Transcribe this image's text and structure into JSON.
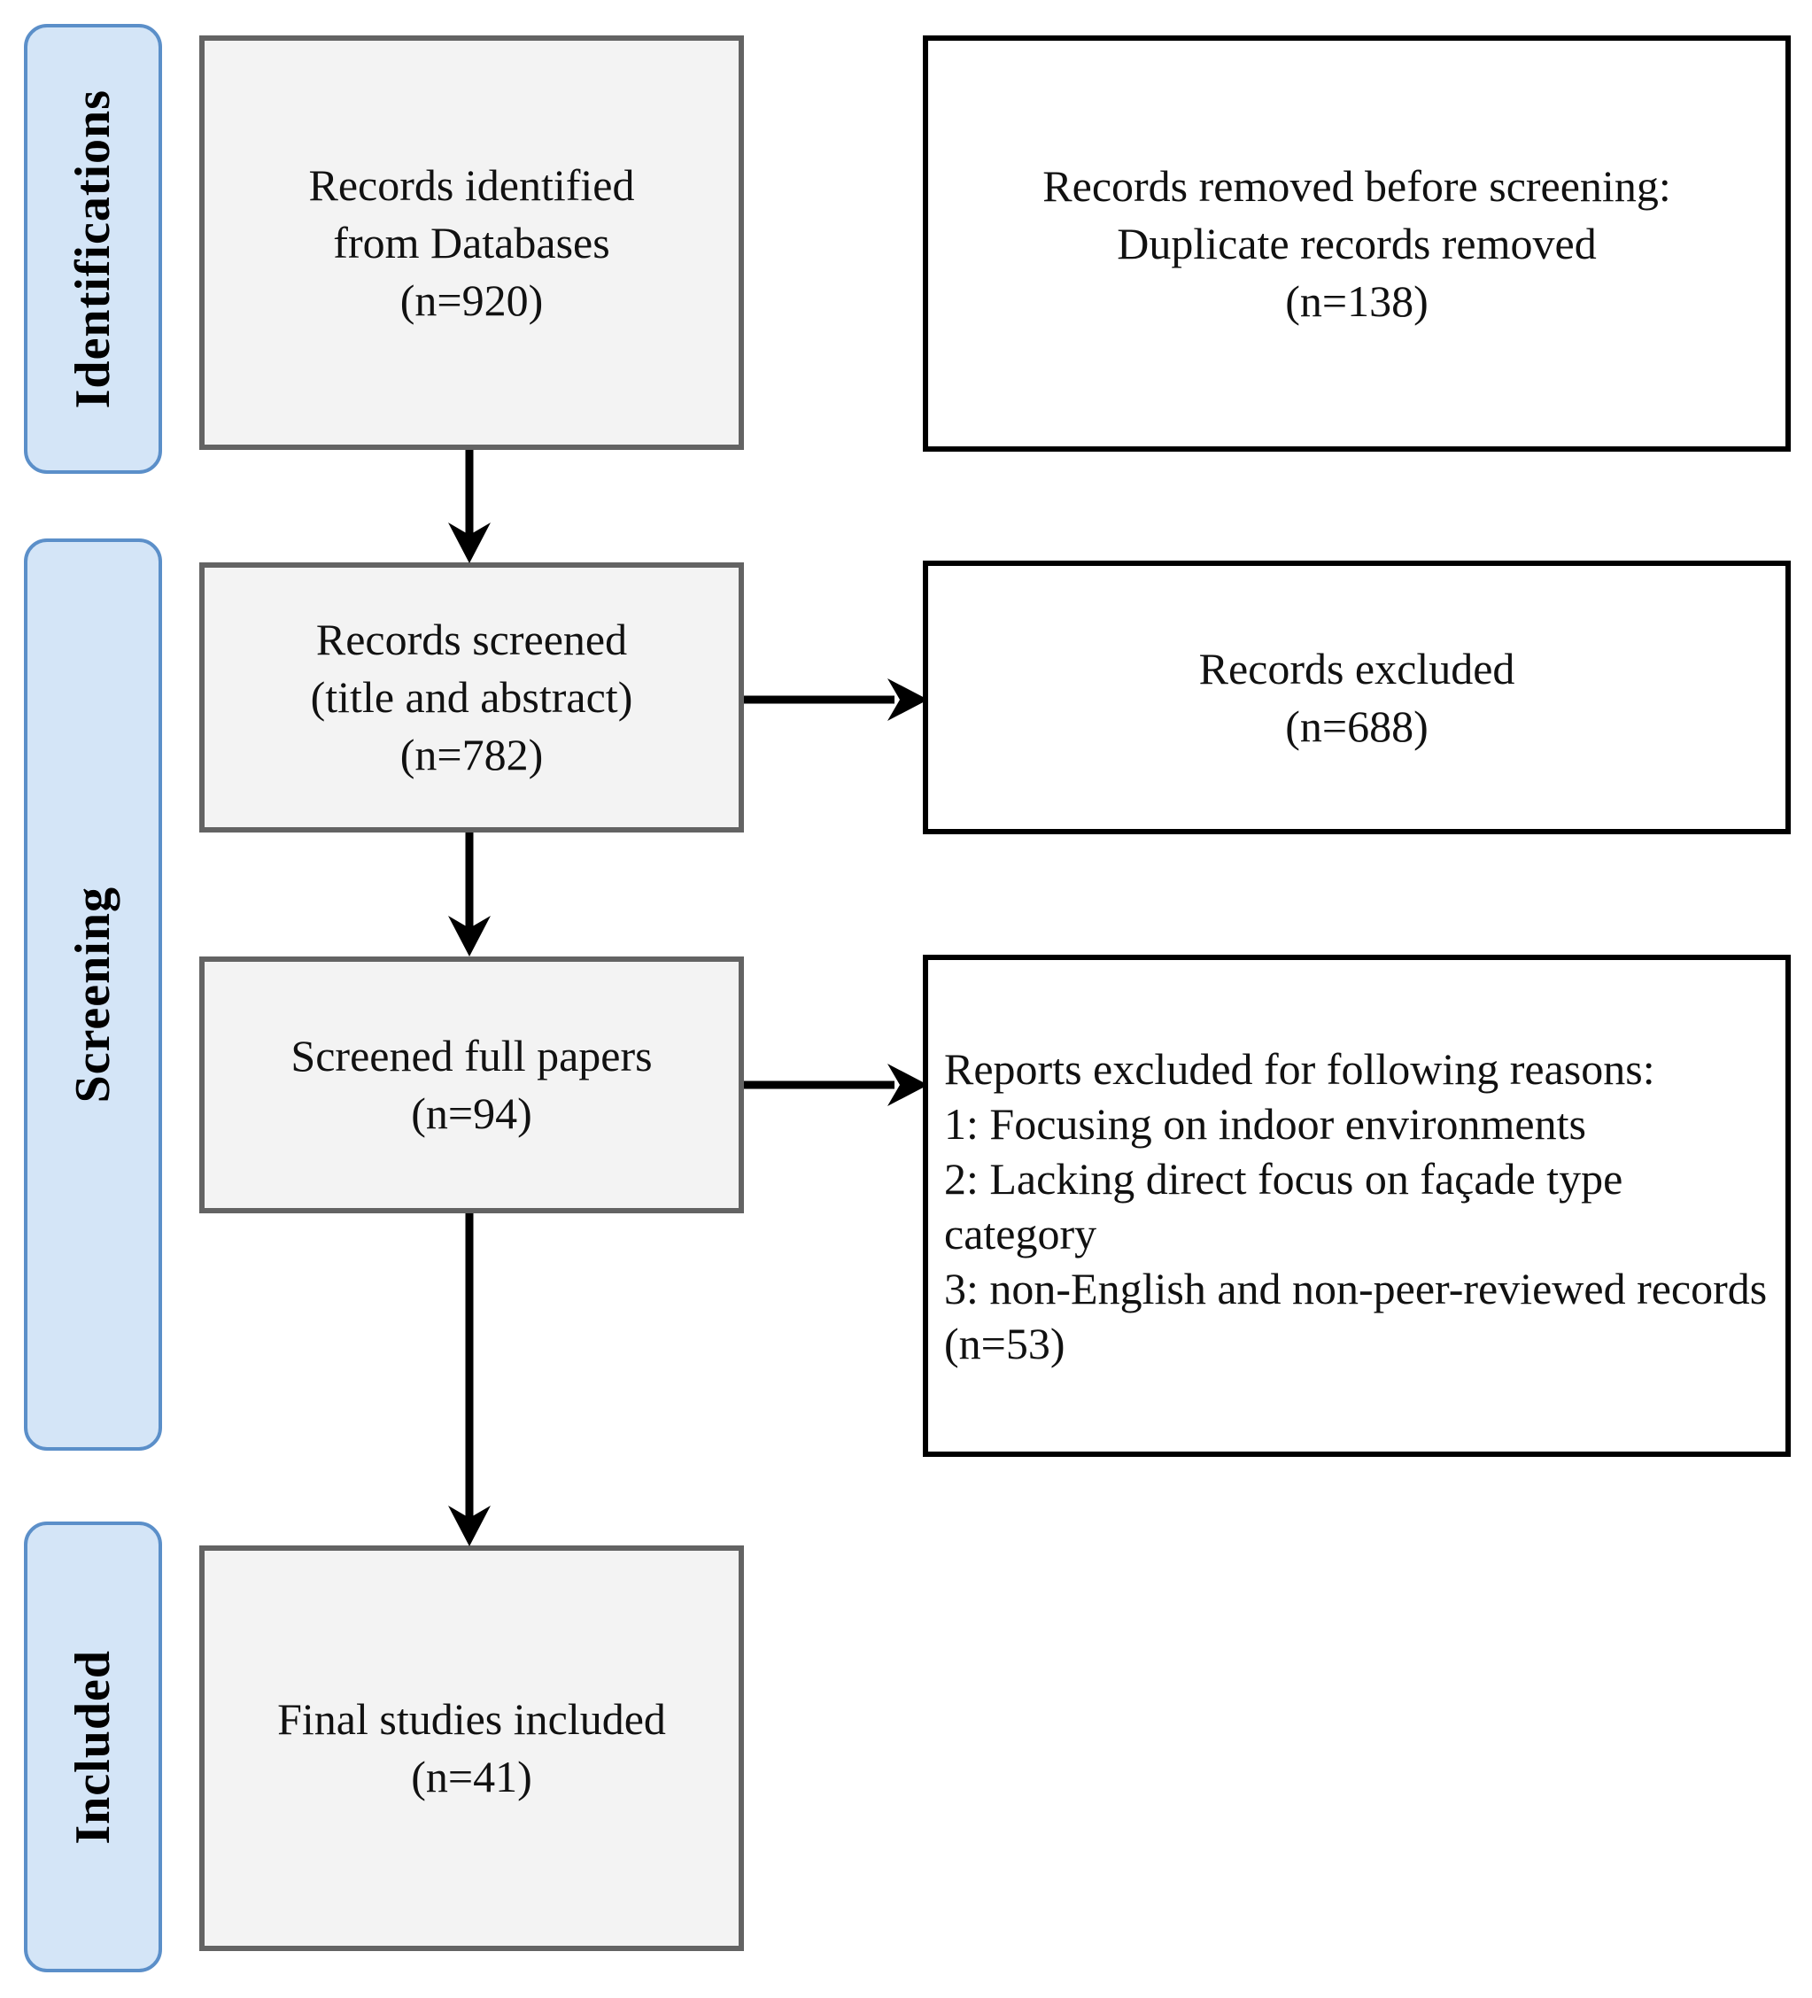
{
  "diagram": {
    "title": "PRISMA flow diagram",
    "colors": {
      "stage_fill": "#d4e5f7",
      "stage_border": "#5b8fc9",
      "box_fill": "#f3f3f3",
      "box_border": "#636363",
      "excluded_border": "#000000",
      "excluded_fill": "#ffffff",
      "arrow": "#000000"
    }
  },
  "stages": [
    {
      "id": "identification",
      "label": "Identifications"
    },
    {
      "id": "screening",
      "label": "Screening"
    },
    {
      "id": "included",
      "label": "Included"
    }
  ],
  "boxes": {
    "identified": {
      "text": "Records identified\nfrom Databases\n(n=920)",
      "count_label": "(n=920)",
      "count": 920
    },
    "duplicates_removed": {
      "text": "Records removed before screening:\nDuplicate records removed\n(n=138)",
      "count_label": "(n=138)",
      "count": 138
    },
    "records_screened": {
      "text": "Records screened\n(title and abstract)\n(n=782)",
      "count_label": "(n=782)",
      "count": 782
    },
    "records_excluded": {
      "text": "Records excluded\n(n=688)",
      "count_label": "(n=688)",
      "count": 688
    },
    "full_papers": {
      "text": "Screened full papers\n(n=94)",
      "count_label": "(n=94)",
      "count": 94
    },
    "reports_excluded": {
      "text": "Reports excluded for following reasons:\n1: Focusing on indoor environments\n2: Lacking direct focus on façade type category\n3: non-English and non-peer-reviewed records\n(n=53)",
      "count_label": "(n=53)",
      "count": 53,
      "reasons": [
        "1: Focusing on indoor environments",
        "2: Lacking direct focus on façade type category",
        "3: non-English and non-peer-reviewed records"
      ]
    },
    "final_included": {
      "text": "Final studies included\n(n=41)",
      "count_label": "(n=41)",
      "count": 41
    }
  },
  "arrows": [
    {
      "id": "identified-to-screened",
      "direction": "down"
    },
    {
      "id": "screened-to-fullpapers",
      "direction": "down"
    },
    {
      "id": "fullpapers-to-final",
      "direction": "down"
    },
    {
      "id": "screened-to-excluded",
      "direction": "right"
    },
    {
      "id": "fullpapers-to-reportsexcluded",
      "direction": "right"
    }
  ]
}
